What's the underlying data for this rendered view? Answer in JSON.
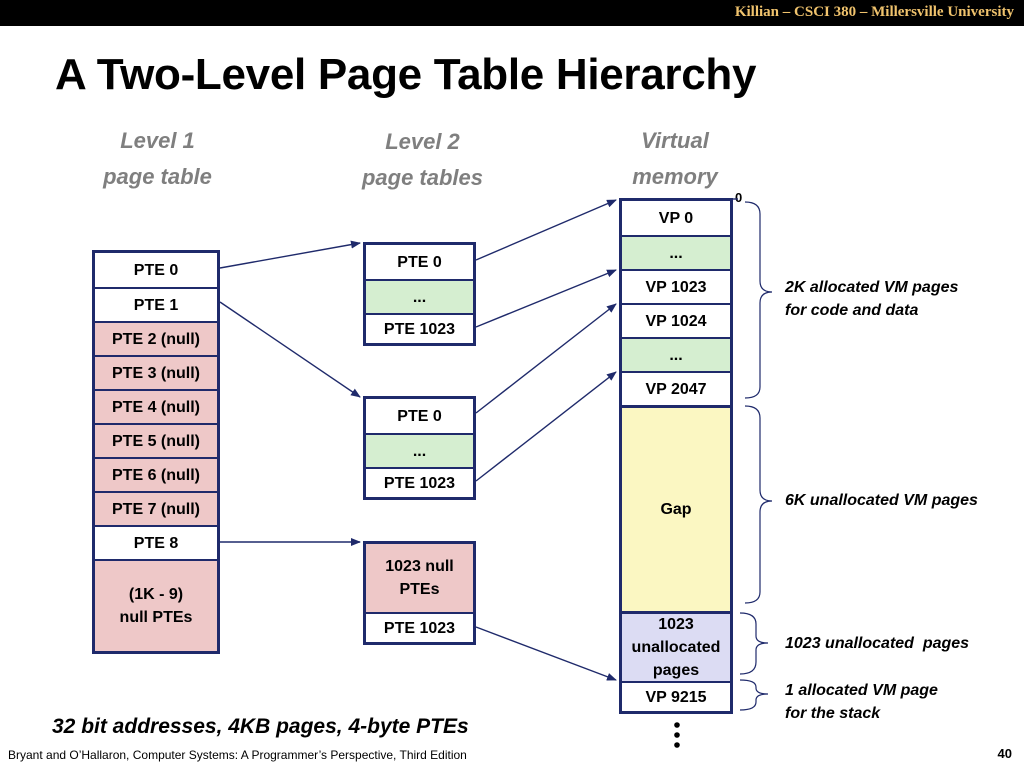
{
  "header": {
    "banner": "Killian – CSCI 380 – Millersville University"
  },
  "title": "A Two-Level Page Table Hierarchy",
  "columns": {
    "level1": [
      "Level 1",
      "page table"
    ],
    "level2": [
      "Level 2",
      "page tables"
    ],
    "vm": [
      "Virtual",
      "memory"
    ]
  },
  "level1_table": [
    "PTE 0",
    "PTE 1",
    "PTE 2 (null)",
    "PTE 3 (null)",
    "PTE 4 (null)",
    "PTE 5 (null)",
    "PTE 6 (null)",
    "PTE 7 (null)",
    "PTE 8",
    "(1K - 9)\nnull PTEs"
  ],
  "level2_tables": [
    [
      "PTE 0",
      "...",
      "PTE 1023"
    ],
    [
      "PTE 0",
      "...",
      "PTE 1023"
    ],
    [
      "1023 null\nPTEs",
      "PTE 1023"
    ]
  ],
  "virtual_memory": {
    "start_label": "0",
    "pages": [
      "VP 0",
      "...",
      "VP 1023",
      "VP 1024",
      "...",
      "VP 2047",
      "Gap",
      "1023\nunallocated\npages",
      "VP 9215"
    ]
  },
  "annotations": {
    "alloc_code": "2K allocated VM pages\nfor code and data",
    "gap": "6K unallocated VM pages",
    "unalloc": "1023 unallocated  pages",
    "stack": "1 allocated VM page\nfor the stack"
  },
  "bottom_note": "32 bit addresses, 4KB pages, 4-byte PTEs",
  "continuation": "⋮",
  "footer": {
    "citation": "Bryant and O’Hallaron, Computer Systems: A Programmer’s Perspective, Third Edition",
    "page_number": "40"
  },
  "colors": {
    "border": "#1f2a6b",
    "null_pte": "#eec8c8",
    "ellipsis": "#d5eed0",
    "gap": "#fbf7c2",
    "unallocated": "#dcdcf3",
    "heading": "#7f7f7f",
    "banner_text": "#f0c36d"
  }
}
